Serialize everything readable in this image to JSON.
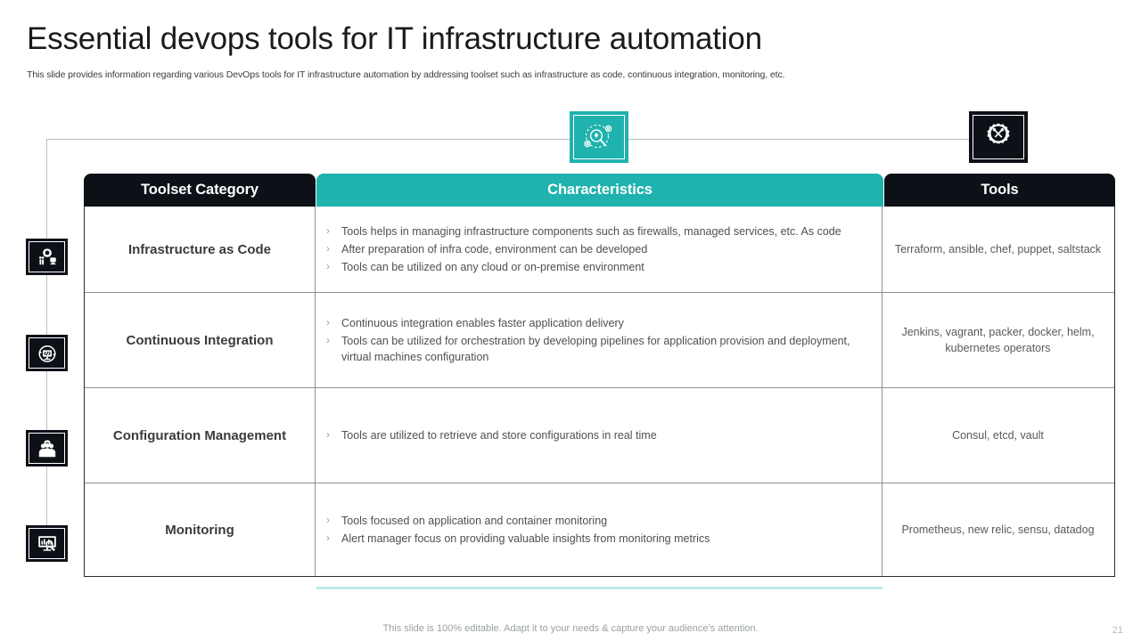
{
  "header": {
    "title": "Essential devops tools for IT infrastructure automation",
    "subtitle": "This slide provides information regarding various DevOps tools for IT infrastructure automation by addressing toolset such as infrastructure as code, continuous integration, monitoring, etc."
  },
  "top_icons": [
    {
      "name": "search-gears-icon",
      "color": "#20b2ae"
    },
    {
      "name": "gear-tools-icon",
      "color": "#0d1117"
    }
  ],
  "side_icons": [
    {
      "name": "infrastructure-gear-icon"
    },
    {
      "name": "code-monitor-refresh-icon"
    },
    {
      "name": "team-configuration-icon"
    },
    {
      "name": "monitoring-screen-icon"
    }
  ],
  "table": {
    "headers": {
      "category": "Toolset Category",
      "characteristics": "Characteristics",
      "tools": "Tools"
    },
    "header_colors": {
      "category_bg": "#0d1117",
      "characteristics_bg": "#20b2ae",
      "tools_bg": "#0d1117"
    },
    "bullet_glyph": "›",
    "rows": [
      {
        "category": "Infrastructure as Code",
        "characteristics": [
          "Tools helps in managing infrastructure components such as firewalls, managed services, etc. As code",
          "After preparation of infra code, environment can be developed",
          "Tools can be utilized on any cloud or on-premise environment"
        ],
        "tools": "Terraform, ansible, chef, puppet, saltstack"
      },
      {
        "category": "Continuous Integration",
        "characteristics": [
          "Continuous integration enables faster application delivery",
          "Tools can be utilized for orchestration by developing pipelines for application provision and deployment, virtual machines configuration"
        ],
        "tools": "Jenkins, vagrant, packer, docker, helm, kubernetes operators"
      },
      {
        "category": "Configuration Management",
        "characteristics": [
          "Tools are utilized to retrieve and store configurations in real time"
        ],
        "tools": "Consul, etcd, vault"
      },
      {
        "category": "Monitoring",
        "characteristics": [
          "Tools focused on application and container monitoring",
          "Alert manager focus on providing valuable insights from monitoring metrics"
        ],
        "tools": "Prometheus, new relic, sensu, datadog"
      }
    ]
  },
  "footer": {
    "note": "This slide is 100% editable. Adapt it to your needs & capture your audience’s attention.",
    "page_number": "21"
  }
}
